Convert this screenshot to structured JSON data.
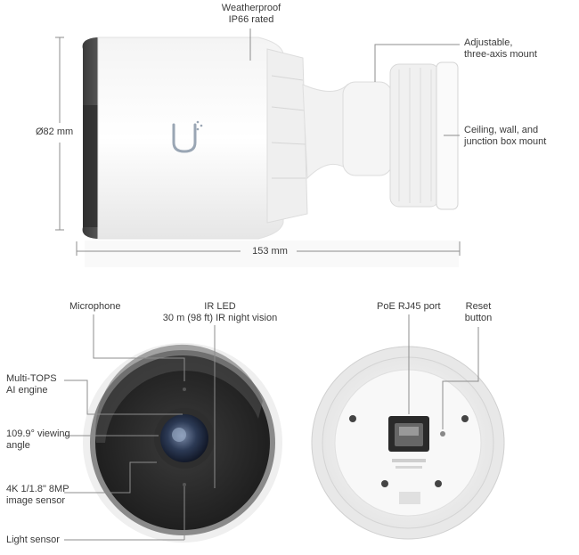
{
  "top_view": {
    "weatherproof": [
      "Weatherproof",
      "IP66 rated"
    ],
    "adjustable": [
      "Adjustable,",
      "three-axis mount"
    ],
    "ceiling": [
      "Ceiling, wall, and",
      "junction box mount"
    ],
    "diameter": "Ø82 mm",
    "length": "153 mm"
  },
  "front_view": {
    "microphone": "Microphone",
    "ir_led": [
      "IR LED",
      "30 m (98 ft) IR night vision"
    ],
    "multi_tops": [
      "Multi-TOPS",
      "AI engine"
    ],
    "viewing_angle": [
      "109.9° viewing",
      "angle"
    ],
    "sensor": [
      "4K 1/1.8\" 8MP",
      "image sensor"
    ],
    "light_sensor": "Light sensor"
  },
  "back_view": {
    "poe": "PoE RJ45 port",
    "reset": [
      "Reset",
      "button"
    ]
  }
}
